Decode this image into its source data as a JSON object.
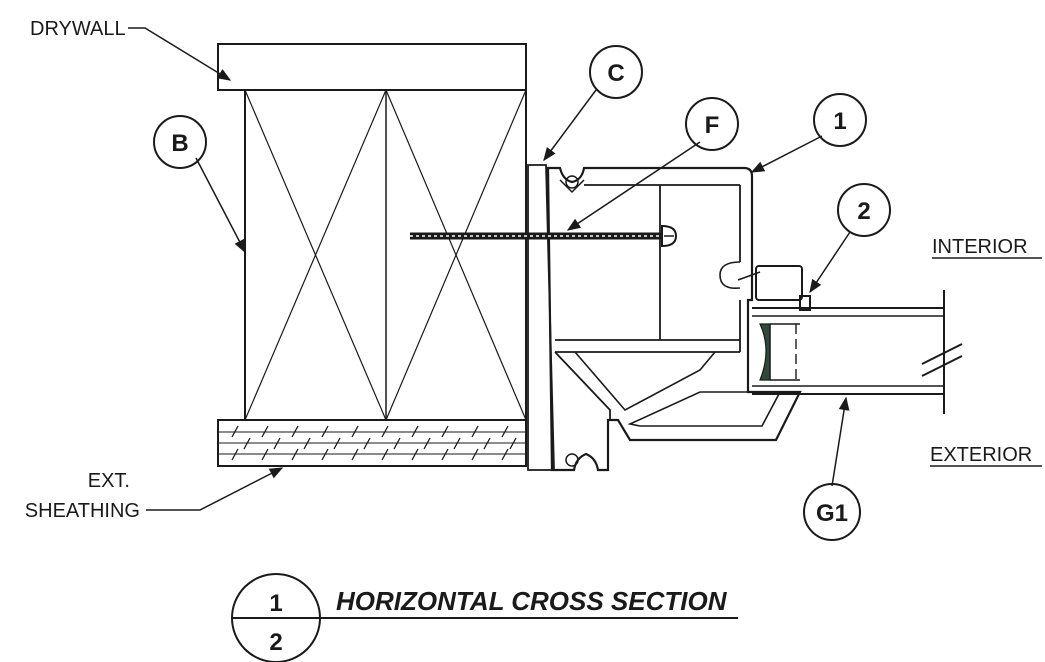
{
  "labels": {
    "drywall": "DRYWALL",
    "ext_line1": "EXT.",
    "ext_line2": "SHEATHING",
    "interior": "INTERIOR",
    "exterior": "EXTERIOR"
  },
  "callouts": {
    "b": "B",
    "c": "C",
    "f": "F",
    "one": "1",
    "two": "2",
    "g1": "G1"
  },
  "title_block": {
    "detail_number": "1",
    "sheet_number": "2",
    "title": "HORIZONTAL CROSS SECTION"
  }
}
